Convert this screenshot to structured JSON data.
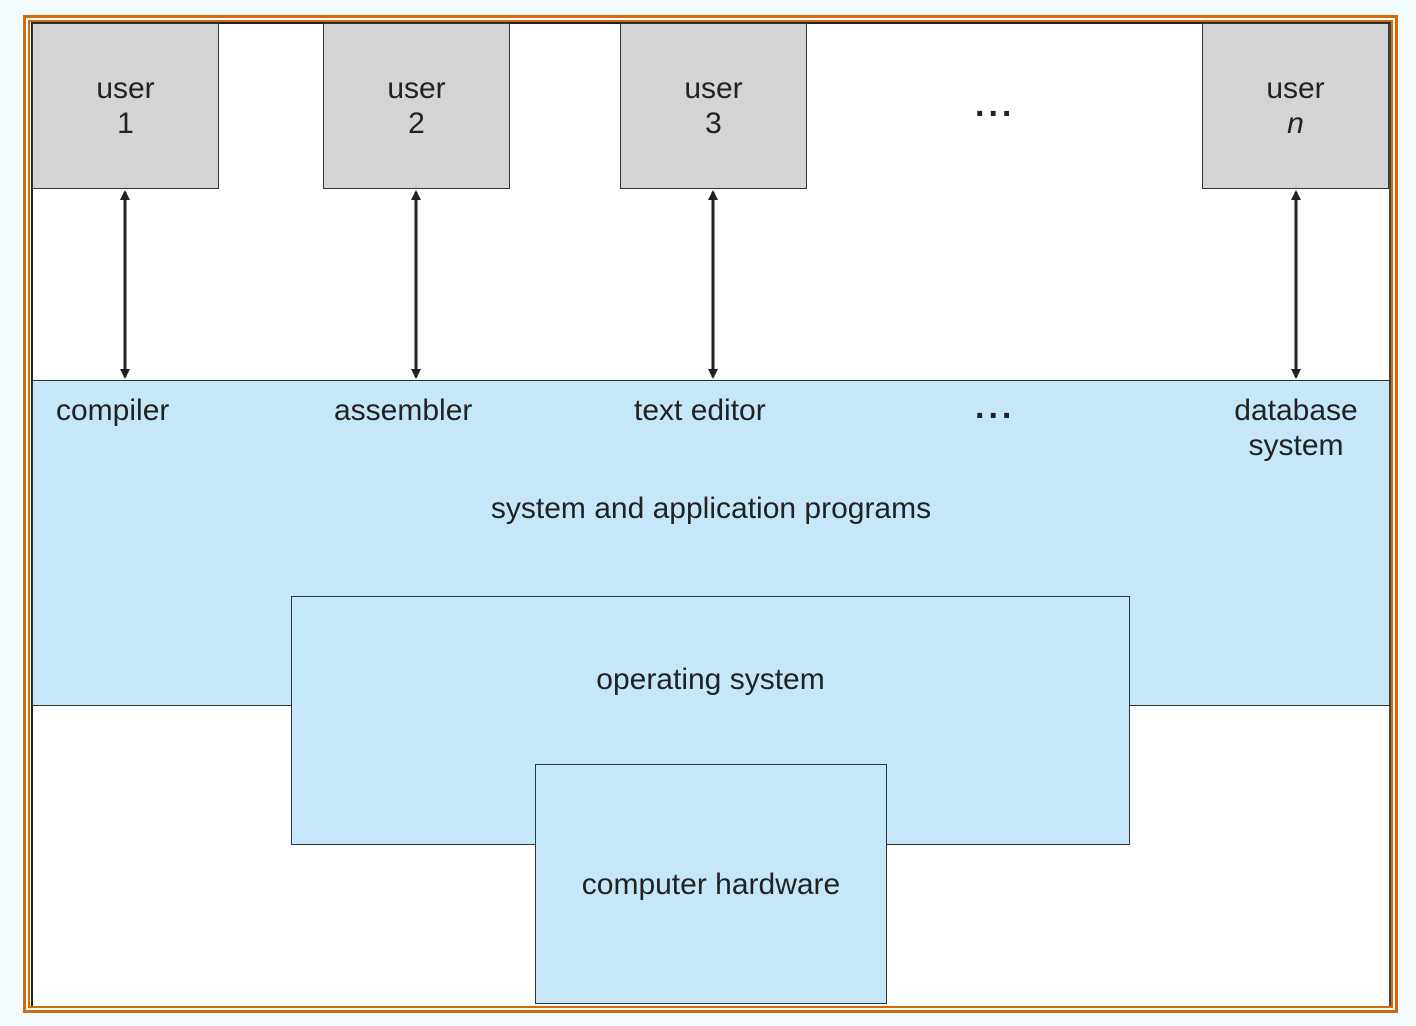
{
  "users": [
    {
      "line1": "user",
      "line2": "1"
    },
    {
      "line1": "user",
      "line2": "2"
    },
    {
      "line1": "user",
      "line2": "3"
    },
    {
      "line1": "user",
      "line2": "n"
    }
  ],
  "ellipsis": "...",
  "programs": {
    "compiler": "compiler",
    "assembler": "assembler",
    "text_editor": "text editor",
    "database_line1": "database",
    "database_line2": "system",
    "layer_label": "system and application programs"
  },
  "os_label": "operating system",
  "hardware_label": "computer hardware",
  "colors": {
    "user_box": "#d3d4d6",
    "layer_fill": "#c6e7f8",
    "border": "#d46a0a"
  }
}
